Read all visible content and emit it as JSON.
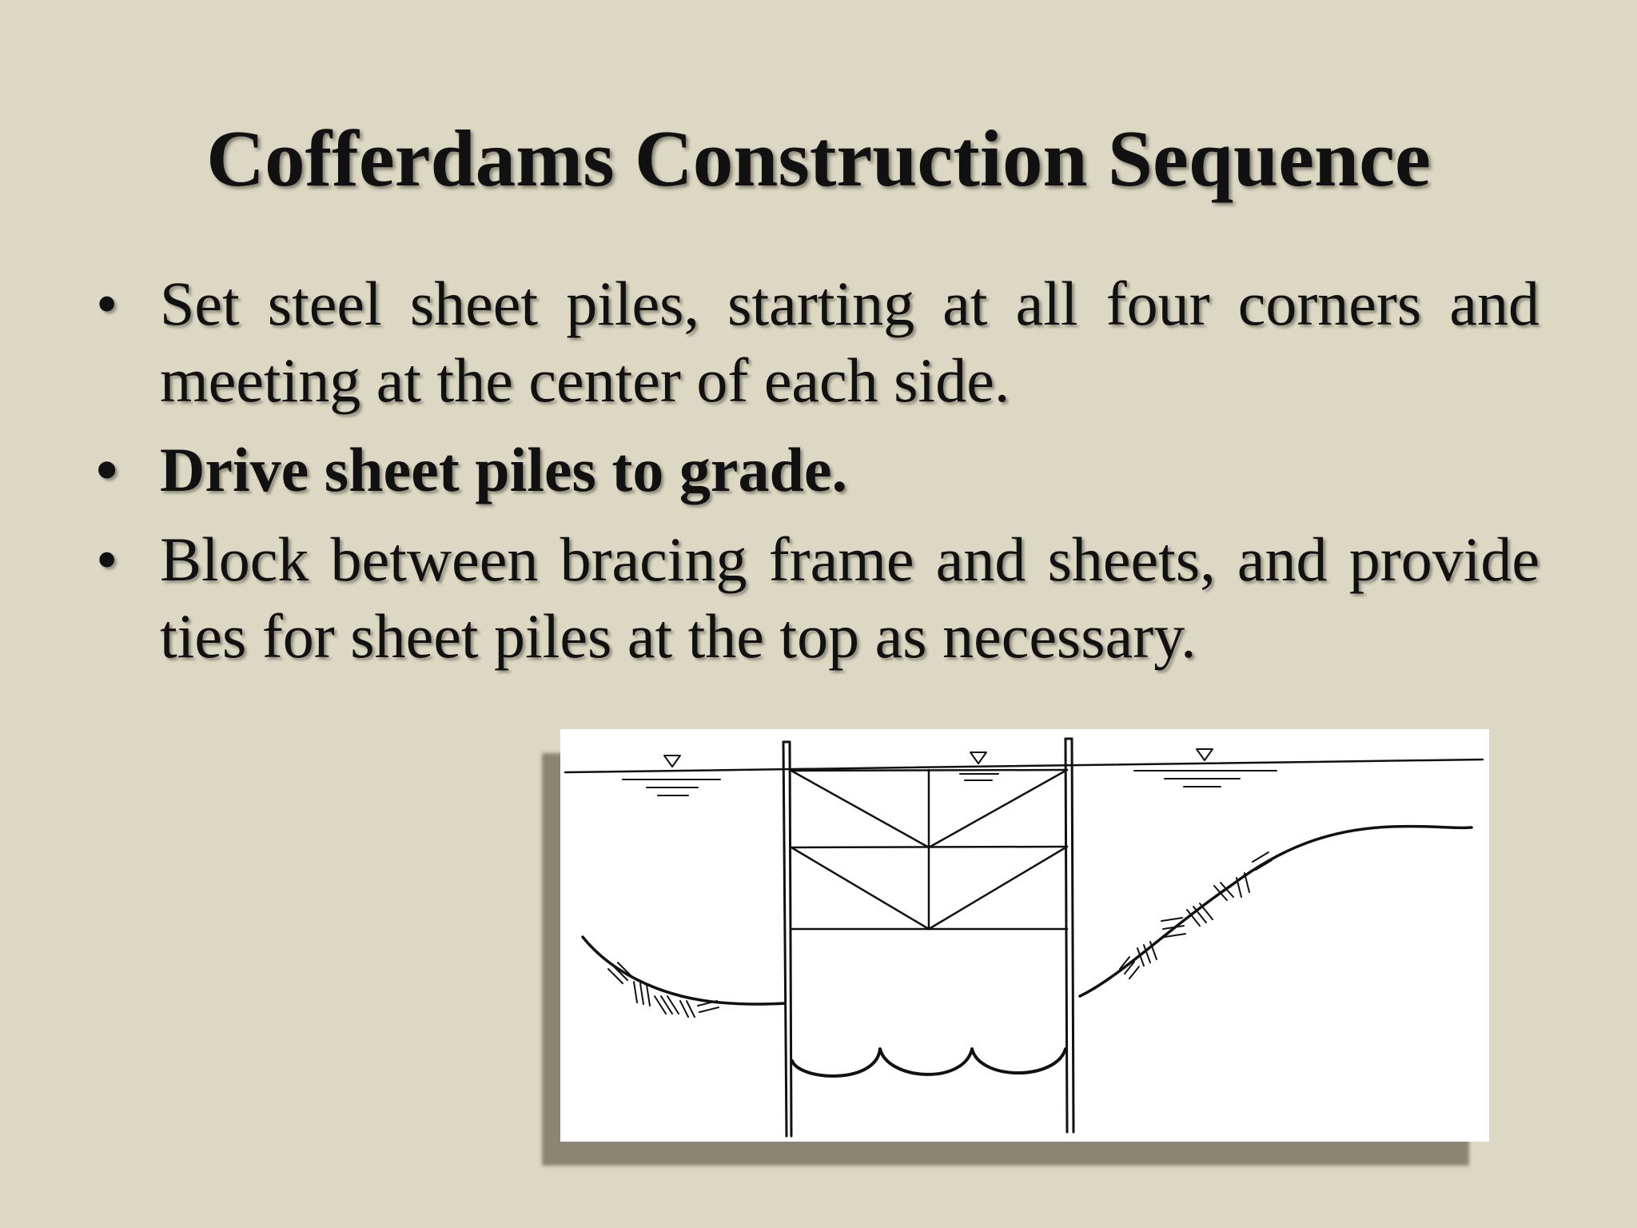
{
  "slide": {
    "title": "Cofferdams Construction Sequence",
    "bullets": [
      {
        "text": "Set steel sheet piles, starting at all four corners and meeting at the center of each side.",
        "bold": false
      },
      {
        "text": "Drive sheet piles to grade.",
        "bold": true
      },
      {
        "text": "Block between bracing frame and sheets, and provide ties for sheet piles at the top as necessary.",
        "bold": false
      }
    ],
    "bullet_glyph": "•"
  },
  "colors": {
    "background": "#dcd8c3",
    "text": "#111111",
    "figure_background": "#ffffff",
    "figure_shadow": "#8a8672",
    "line": "#111111"
  },
  "figure": {
    "description_icon": "cofferdam-cross-section-diagram"
  }
}
